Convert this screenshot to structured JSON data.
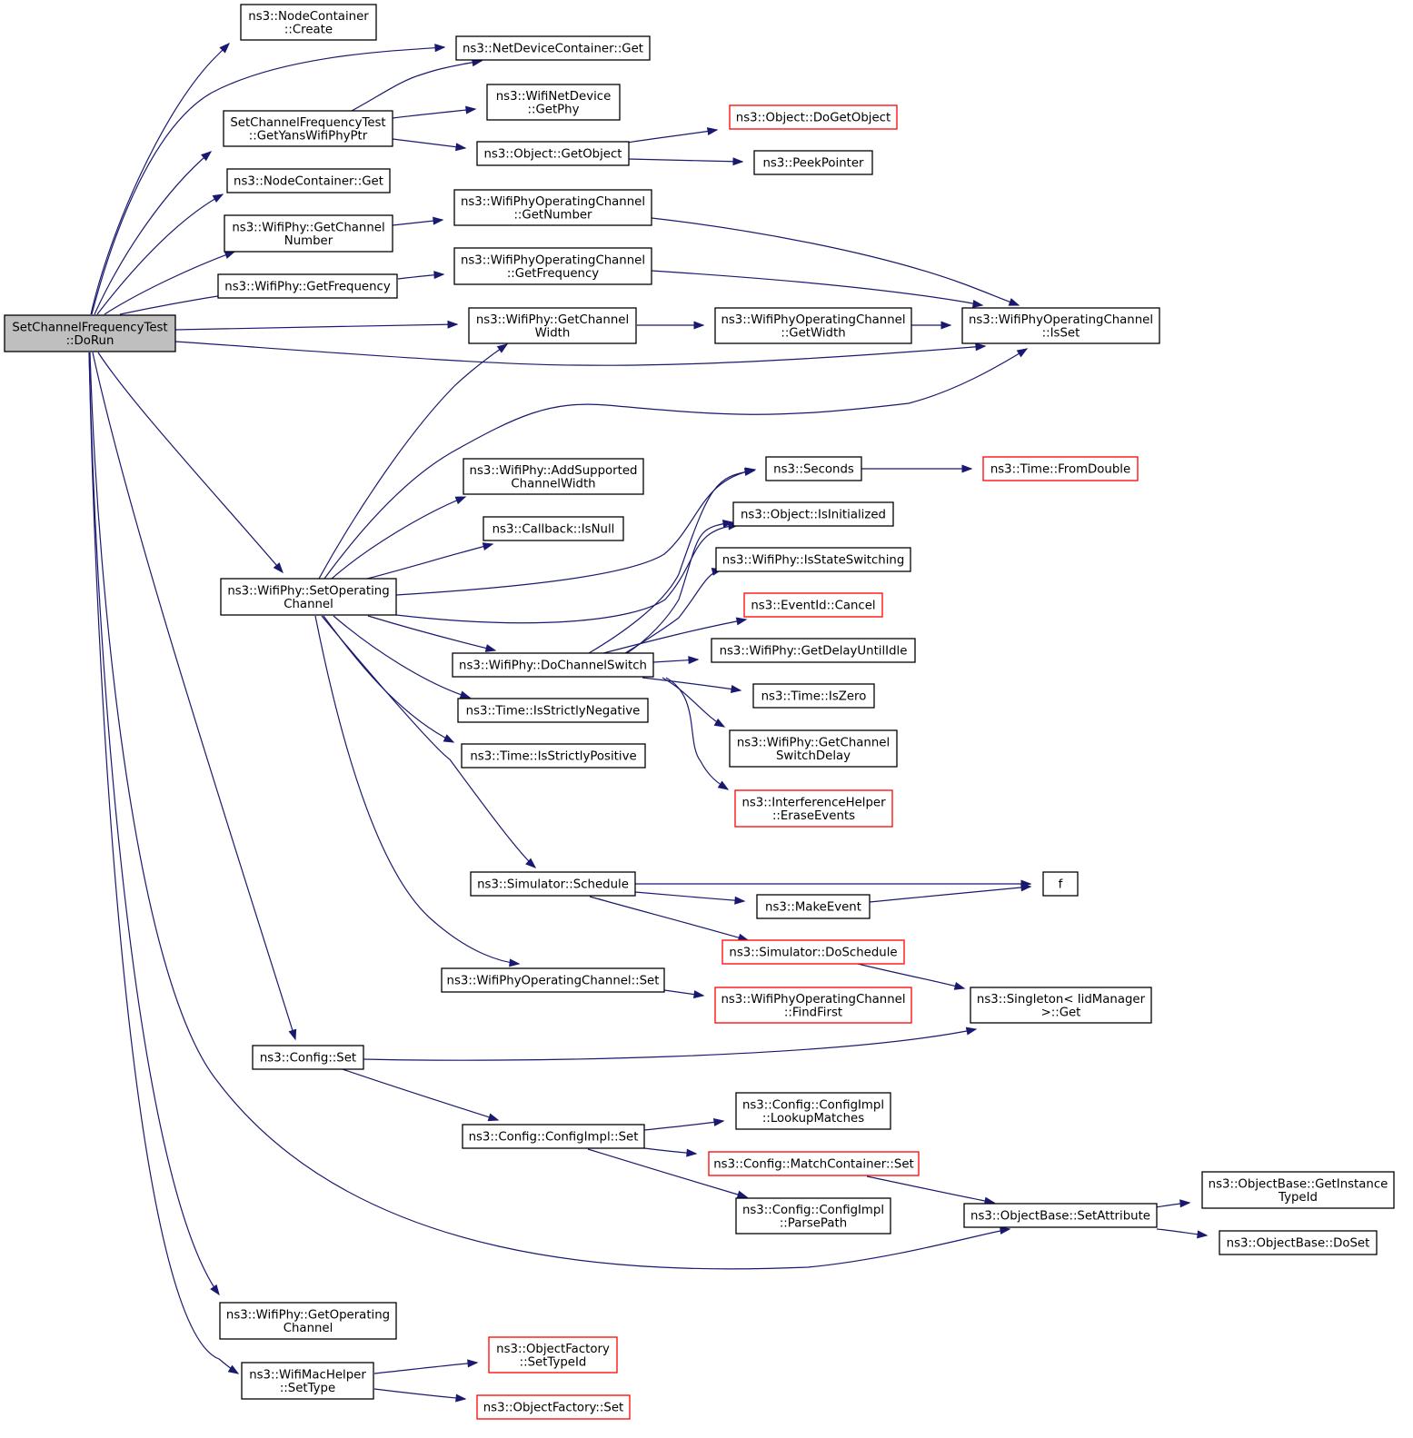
{
  "colors": {
    "edge": "#191970",
    "root_fill": "#bfbfbf",
    "truncated_border": "#ff0000"
  },
  "nodes": [
    {
      "id": "root",
      "lines": [
        "SetChannelFrequencyTest",
        "::DoRun"
      ],
      "style": "root"
    },
    {
      "id": "nc_create",
      "lines": [
        "ns3::NodeContainer",
        "::Create"
      ]
    },
    {
      "id": "ndc_get",
      "lines": [
        "ns3::NetDeviceContainer::Get"
      ]
    },
    {
      "id": "getyans",
      "lines": [
        "SetChannelFrequencyTest",
        "::GetYansWifiPhyPtr"
      ]
    },
    {
      "id": "wnd_getphy",
      "lines": [
        "ns3::WifiNetDevice",
        "::GetPhy"
      ]
    },
    {
      "id": "obj_dogetobject",
      "lines": [
        "ns3::Object::DoGetObject"
      ],
      "style": "red"
    },
    {
      "id": "obj_getobject",
      "lines": [
        "ns3::Object::GetObject"
      ]
    },
    {
      "id": "peekpointer",
      "lines": [
        "ns3::PeekPointer"
      ]
    },
    {
      "id": "nc_get",
      "lines": [
        "ns3::NodeContainer::Get"
      ]
    },
    {
      "id": "wp_getchnum",
      "lines": [
        "ns3::WifiPhy::GetChannel",
        "Number"
      ]
    },
    {
      "id": "woc_getnumber",
      "lines": [
        "ns3::WifiPhyOperatingChannel",
        "::GetNumber"
      ]
    },
    {
      "id": "wp_getfreq",
      "lines": [
        "ns3::WifiPhy::GetFrequency"
      ]
    },
    {
      "id": "woc_getfreq",
      "lines": [
        "ns3::WifiPhyOperatingChannel",
        "::GetFrequency"
      ]
    },
    {
      "id": "wp_getchwidth",
      "lines": [
        "ns3::WifiPhy::GetChannel",
        "Width"
      ]
    },
    {
      "id": "woc_getwidth",
      "lines": [
        "ns3::WifiPhyOperatingChannel",
        "::GetWidth"
      ]
    },
    {
      "id": "woc_isset",
      "lines": [
        "ns3::WifiPhyOperatingChannel",
        "::IsSet"
      ]
    },
    {
      "id": "wp_addsupp",
      "lines": [
        "ns3::WifiPhy::AddSupported",
        "ChannelWidth"
      ]
    },
    {
      "id": "cb_isnull",
      "lines": [
        "ns3::Callback::IsNull"
      ]
    },
    {
      "id": "seconds",
      "lines": [
        "ns3::Seconds"
      ]
    },
    {
      "id": "time_fromdouble",
      "lines": [
        "ns3::Time::FromDouble"
      ],
      "style": "red"
    },
    {
      "id": "obj_isinit",
      "lines": [
        "ns3::Object::IsInitialized"
      ]
    },
    {
      "id": "wp_isstatesw",
      "lines": [
        "ns3::WifiPhy::IsStateSwitching"
      ]
    },
    {
      "id": "evt_cancel",
      "lines": [
        "ns3::EventId::Cancel"
      ],
      "style": "red"
    },
    {
      "id": "wp_setopch",
      "lines": [
        "ns3::WifiPhy::SetOperating",
        "Channel"
      ]
    },
    {
      "id": "wp_dochsw",
      "lines": [
        "ns3::WifiPhy::DoChannelSwitch"
      ]
    },
    {
      "id": "wp_getdelay",
      "lines": [
        "ns3::WifiPhy::GetDelayUntilIdle"
      ]
    },
    {
      "id": "time_isstrictneg",
      "lines": [
        "ns3::Time::IsStrictlyNegative"
      ]
    },
    {
      "id": "time_iszero",
      "lines": [
        "ns3::Time::IsZero"
      ]
    },
    {
      "id": "time_isstrictpos",
      "lines": [
        "ns3::Time::IsStrictlyPositive"
      ]
    },
    {
      "id": "wp_getchswdelay",
      "lines": [
        "ns3::WifiPhy::GetChannel",
        "SwitchDelay"
      ]
    },
    {
      "id": "ih_erase",
      "lines": [
        "ns3::InterferenceHelper",
        "::EraseEvents"
      ],
      "style": "red"
    },
    {
      "id": "sim_schedule",
      "lines": [
        "ns3::Simulator::Schedule"
      ]
    },
    {
      "id": "f",
      "lines": [
        "f"
      ]
    },
    {
      "id": "makeevent",
      "lines": [
        "ns3::MakeEvent"
      ]
    },
    {
      "id": "sim_doschedule",
      "lines": [
        "ns3::Simulator::DoSchedule"
      ],
      "style": "red"
    },
    {
      "id": "woc_set",
      "lines": [
        "ns3::WifiPhyOperatingChannel::Set"
      ]
    },
    {
      "id": "singleton_get",
      "lines": [
        "ns3::Singleton< IidManager",
        ">::Get"
      ]
    },
    {
      "id": "woc_findfirst",
      "lines": [
        "ns3::WifiPhyOperatingChannel",
        "::FindFirst"
      ],
      "style": "red"
    },
    {
      "id": "config_set",
      "lines": [
        "ns3::Config::Set"
      ]
    },
    {
      "id": "ci_lookup",
      "lines": [
        "ns3::Config::ConfigImpl",
        "::LookupMatches"
      ]
    },
    {
      "id": "ci_set",
      "lines": [
        "ns3::Config::ConfigImpl::Set"
      ]
    },
    {
      "id": "mc_set",
      "lines": [
        "ns3::Config::MatchContainer::Set"
      ],
      "style": "red"
    },
    {
      "id": "ob_getinst",
      "lines": [
        "ns3::ObjectBase::GetInstance",
        "TypeId"
      ]
    },
    {
      "id": "ob_setattr",
      "lines": [
        "ns3::ObjectBase::SetAttribute"
      ]
    },
    {
      "id": "ci_parsepath",
      "lines": [
        "ns3::Config::ConfigImpl",
        "::ParsePath"
      ]
    },
    {
      "id": "ob_doset",
      "lines": [
        "ns3::ObjectBase::DoSet"
      ]
    },
    {
      "id": "wp_getopch",
      "lines": [
        "ns3::WifiPhy::GetOperating",
        "Channel"
      ]
    },
    {
      "id": "of_settypeid",
      "lines": [
        "ns3::ObjectFactory",
        "::SetTypeId"
      ],
      "style": "red"
    },
    {
      "id": "wmh_settype",
      "lines": [
        "ns3::WifiMacHelper",
        "::SetType"
      ]
    },
    {
      "id": "of_set",
      "lines": [
        "ns3::ObjectFactory::Set"
      ],
      "style": "red"
    }
  ],
  "edges": [
    [
      "root",
      "nc_create"
    ],
    [
      "root",
      "ndc_get"
    ],
    [
      "root",
      "getyans"
    ],
    [
      "root",
      "nc_get"
    ],
    [
      "root",
      "wp_getchnum"
    ],
    [
      "root",
      "wp_getfreq"
    ],
    [
      "root",
      "wp_getchwidth"
    ],
    [
      "root",
      "woc_isset"
    ],
    [
      "root",
      "wp_setopch"
    ],
    [
      "root",
      "config_set"
    ],
    [
      "root",
      "ob_setattr"
    ],
    [
      "root",
      "wp_getopch"
    ],
    [
      "root",
      "wmh_settype"
    ],
    [
      "getyans",
      "ndc_get"
    ],
    [
      "getyans",
      "wnd_getphy"
    ],
    [
      "getyans",
      "obj_getobject"
    ],
    [
      "obj_getobject",
      "obj_dogetobject"
    ],
    [
      "obj_getobject",
      "peekpointer"
    ],
    [
      "wp_getchnum",
      "woc_getnumber"
    ],
    [
      "woc_getnumber",
      "woc_isset"
    ],
    [
      "wp_getfreq",
      "woc_getfreq"
    ],
    [
      "woc_getfreq",
      "woc_isset"
    ],
    [
      "wp_getchwidth",
      "woc_getwidth"
    ],
    [
      "woc_getwidth",
      "woc_isset"
    ],
    [
      "wp_setopch",
      "wp_getchwidth"
    ],
    [
      "wp_setopch",
      "woc_isset"
    ],
    [
      "wp_setopch",
      "wp_addsupp"
    ],
    [
      "wp_setopch",
      "cb_isnull"
    ],
    [
      "wp_setopch",
      "seconds"
    ],
    [
      "wp_setopch",
      "obj_isinit"
    ],
    [
      "wp_setopch",
      "wp_dochsw"
    ],
    [
      "wp_setopch",
      "time_isstrictneg"
    ],
    [
      "wp_setopch",
      "time_isstrictpos"
    ],
    [
      "wp_setopch",
      "sim_schedule"
    ],
    [
      "wp_setopch",
      "woc_set"
    ],
    [
      "seconds",
      "time_fromdouble"
    ],
    [
      "wp_dochsw",
      "seconds"
    ],
    [
      "wp_dochsw",
      "obj_isinit"
    ],
    [
      "wp_dochsw",
      "wp_isstatesw"
    ],
    [
      "wp_dochsw",
      "evt_cancel"
    ],
    [
      "wp_dochsw",
      "wp_getdelay"
    ],
    [
      "wp_dochsw",
      "time_iszero"
    ],
    [
      "wp_dochsw",
      "wp_getchswdelay"
    ],
    [
      "wp_dochsw",
      "ih_erase"
    ],
    [
      "sim_schedule",
      "f"
    ],
    [
      "sim_schedule",
      "makeevent"
    ],
    [
      "sim_schedule",
      "sim_doschedule"
    ],
    [
      "makeevent",
      "f"
    ],
    [
      "sim_doschedule",
      "singleton_get"
    ],
    [
      "woc_set",
      "woc_findfirst"
    ],
    [
      "config_set",
      "singleton_get"
    ],
    [
      "config_set",
      "ci_set"
    ],
    [
      "ci_set",
      "ci_lookup"
    ],
    [
      "ci_set",
      "mc_set"
    ],
    [
      "ci_set",
      "ci_parsepath"
    ],
    [
      "mc_set",
      "ob_setattr"
    ],
    [
      "ob_setattr",
      "ob_getinst"
    ],
    [
      "ob_setattr",
      "ob_doset"
    ],
    [
      "wmh_settype",
      "of_settypeid"
    ],
    [
      "wmh_settype",
      "of_set"
    ]
  ]
}
